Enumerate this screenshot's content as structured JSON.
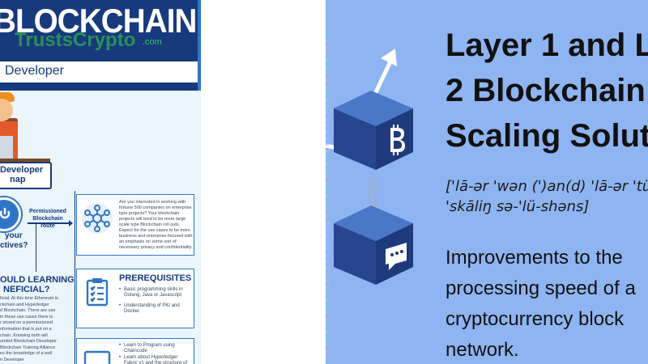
{
  "infographic": {
    "title": "BLOCKCHAIN",
    "watermark": "TrustsCrypto",
    "watermark_domain": ".com",
    "subtitle": "Developer",
    "roadmap_label_line1": "Developer",
    "roadmap_label_line2": "nap",
    "question_line1": "your",
    "question_line2": "ctives?",
    "permissioned_label": "Permissioned Blockchain route",
    "card1_text": "Are you interested in working with fortune 500 companies on enterprise type projects? Your blockchain projects will tend to be more large scale type Blockchain roll outs. Expect for the use cases to be more business and enterprise focused with an emphasis on some sort of necessary privacy and confidentiality",
    "prereq_title": "PREREQUISITES",
    "prereq_items": [
      "Basic programming skills in Golang, Java or Javascript",
      "Understanding of PKI and Docker"
    ],
    "card3_items": [
      "Learn to Program using Chaincode",
      "Learn about Hyperledger Fabric v1 and the structure of"
    ],
    "should_title_line1": "OULD LEARNING",
    "should_title_line2": "NEFICIAL?",
    "should_body": [
      "ficial. At this time Ethereum is",
      "ckchain and Hyperledger",
      "d Blockchain. There are use",
      "in these use cases there is",
      "r stored on a permissioned",
      "nformation that is put on a",
      "chain. Knowing both will",
      "unded Blockchain Developer",
      "Blockchain Training Alliance",
      "es the knowledge of a well",
      "n Developer"
    ],
    "colors": {
      "navy": "#163a7c",
      "blue": "#2f76c8",
      "bg": "#eaf5fc"
    }
  },
  "explainer": {
    "title_lines": [
      "Layer 1 and L",
      "2 Blockchain",
      "Scaling Solut"
    ],
    "pronunciation_lines": [
      "['lā-ər 'wən (')an(d) 'lā-ər 'tü 'b",
      "'skāliŋ sə-'lü-shəns]"
    ],
    "definition_lines": [
      "Improvements to the",
      "processing speed of a",
      "cryptocurrency block",
      "network."
    ],
    "icons": [
      "bitcoin-block-icon",
      "chat-block-icon",
      "chain-link-icon",
      "up-arrow-icon"
    ],
    "colors": {
      "background": "#8fb4f2",
      "cube_top": "#4a78c8",
      "cube_left": "#27468f",
      "cube_right": "#1f3a7a"
    }
  }
}
